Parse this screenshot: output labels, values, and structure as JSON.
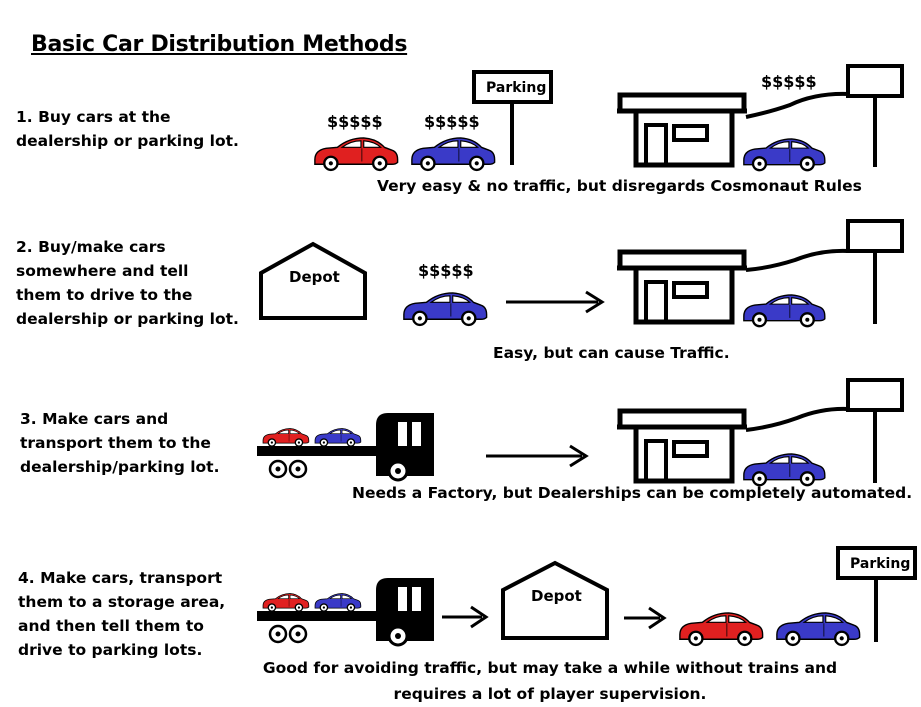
{
  "title": "Basic Car Distribution Methods",
  "steps": [
    {
      "lines": [
        "1. Buy cars at the",
        "dealership or parking lot."
      ],
      "caption": "Very easy & no traffic, but disregards Cosmonaut Rules"
    },
    {
      "lines": [
        "2. Buy/make cars",
        "somewhere and tell",
        "them to drive to the",
        "dealership or parking lot."
      ],
      "caption": "Easy, but can cause Traffic."
    },
    {
      "lines": [
        "3. Make cars and",
        "transport them to the",
        "dealership/parking lot."
      ],
      "caption": "Needs a Factory, but Dealerships can be completely automated."
    },
    {
      "lines": [
        "4. Make cars, transport",
        "them to a storage area,",
        "and then tell them to",
        "drive to parking lots."
      ],
      "caption_lines": [
        "Good for avoiding traffic, but may take a while without trains and",
        "requires a lot of player supervision."
      ]
    }
  ],
  "labels": {
    "parking": "Parking",
    "depot": "Depot",
    "price": "$$$$$"
  },
  "colors": {
    "red_car": "#e02020",
    "blue_car": "#3a3ac8",
    "ink": "#000000"
  }
}
